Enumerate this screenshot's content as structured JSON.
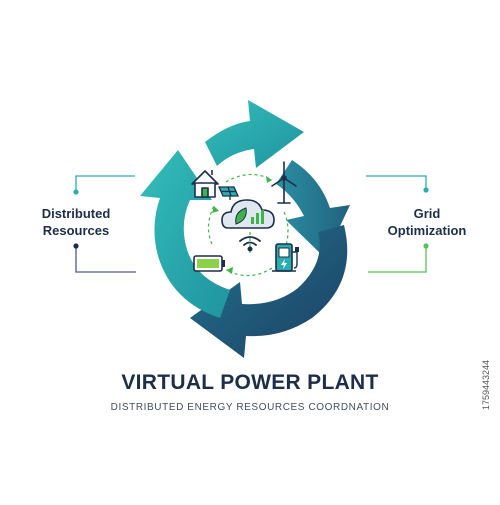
{
  "diagram": {
    "title": "VIRTUAL POWER PLANT",
    "subtitle": "DISTRIBUTED ENERGY RESOURCES COORDNATION",
    "left_label": "Distributed\nResources",
    "right_label": "Grid\nOptimization",
    "stock_id": "1759443244"
  },
  "icons": [
    "house-icon",
    "solar-panel-icon",
    "wind-turbine-icon",
    "cloud-analytics-icon",
    "leaf-icon",
    "wifi-icon",
    "battery-icon",
    "ev-charger-icon"
  ],
  "colors": {
    "teal": "#2aaeb0",
    "teal_dark": "#1f8c9a",
    "navy": "#1e4b6e",
    "navy_dark": "#1c2e4a",
    "green": "#3fb44a",
    "green_light": "#8cd14a",
    "line_left": "#4a5a9a",
    "line_right": "#5bbf5a"
  }
}
